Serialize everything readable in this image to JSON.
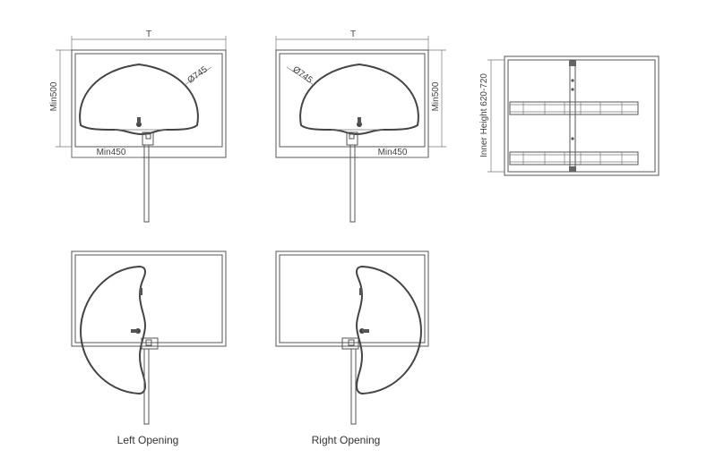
{
  "top_left": {
    "width_label": "T",
    "height_label": "Min500",
    "depth_label": "Min450",
    "diameter_label": "Ø745"
  },
  "top_right": {
    "width_label": "T",
    "height_label": "Min500",
    "depth_label": "Min450",
    "diameter_label": "Ø745"
  },
  "side_view": {
    "height_label": "Inner Height 620-720"
  },
  "captions": {
    "left": "Left Opening",
    "right": "Right Opening"
  }
}
